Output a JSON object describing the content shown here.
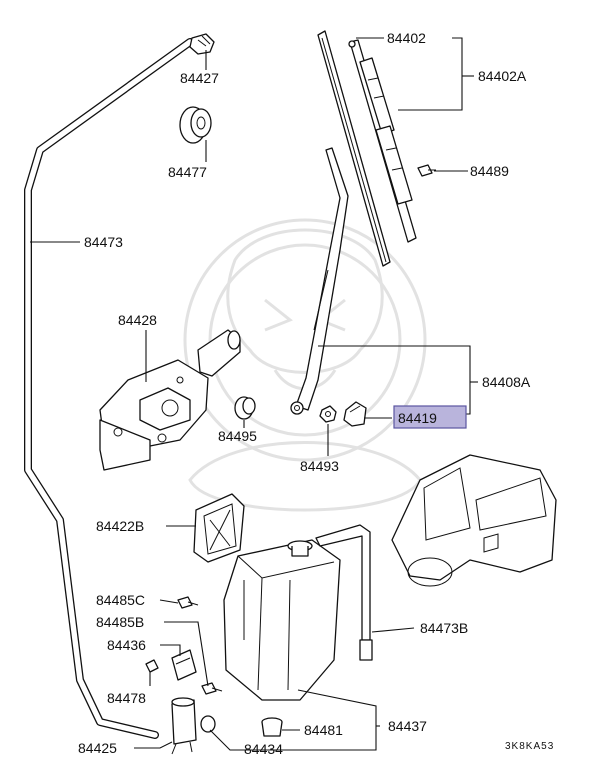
{
  "diagram": {
    "labels": {
      "p84402": "84402",
      "p84402A": "84402A",
      "p84489": "84489",
      "p84427": "84427",
      "p84477": "84477",
      "p84473": "84473",
      "p84428": "84428",
      "p84495": "84495",
      "p84419": "84419",
      "p84408A": "84408A",
      "p84493": "84493",
      "p84422B": "84422B",
      "p84485C": "84485C",
      "p84485B": "84485B",
      "p84436": "84436",
      "p84478": "84478",
      "p84473B": "84473B",
      "p84481": "84481",
      "p84437": "84437",
      "p84425": "84425",
      "p84434": "84434"
    },
    "highlighted_part": "84419",
    "highlight_color": "#b9b4dc",
    "highlight_border": "#5a55a0",
    "figure_code": "3K8KA53"
  }
}
